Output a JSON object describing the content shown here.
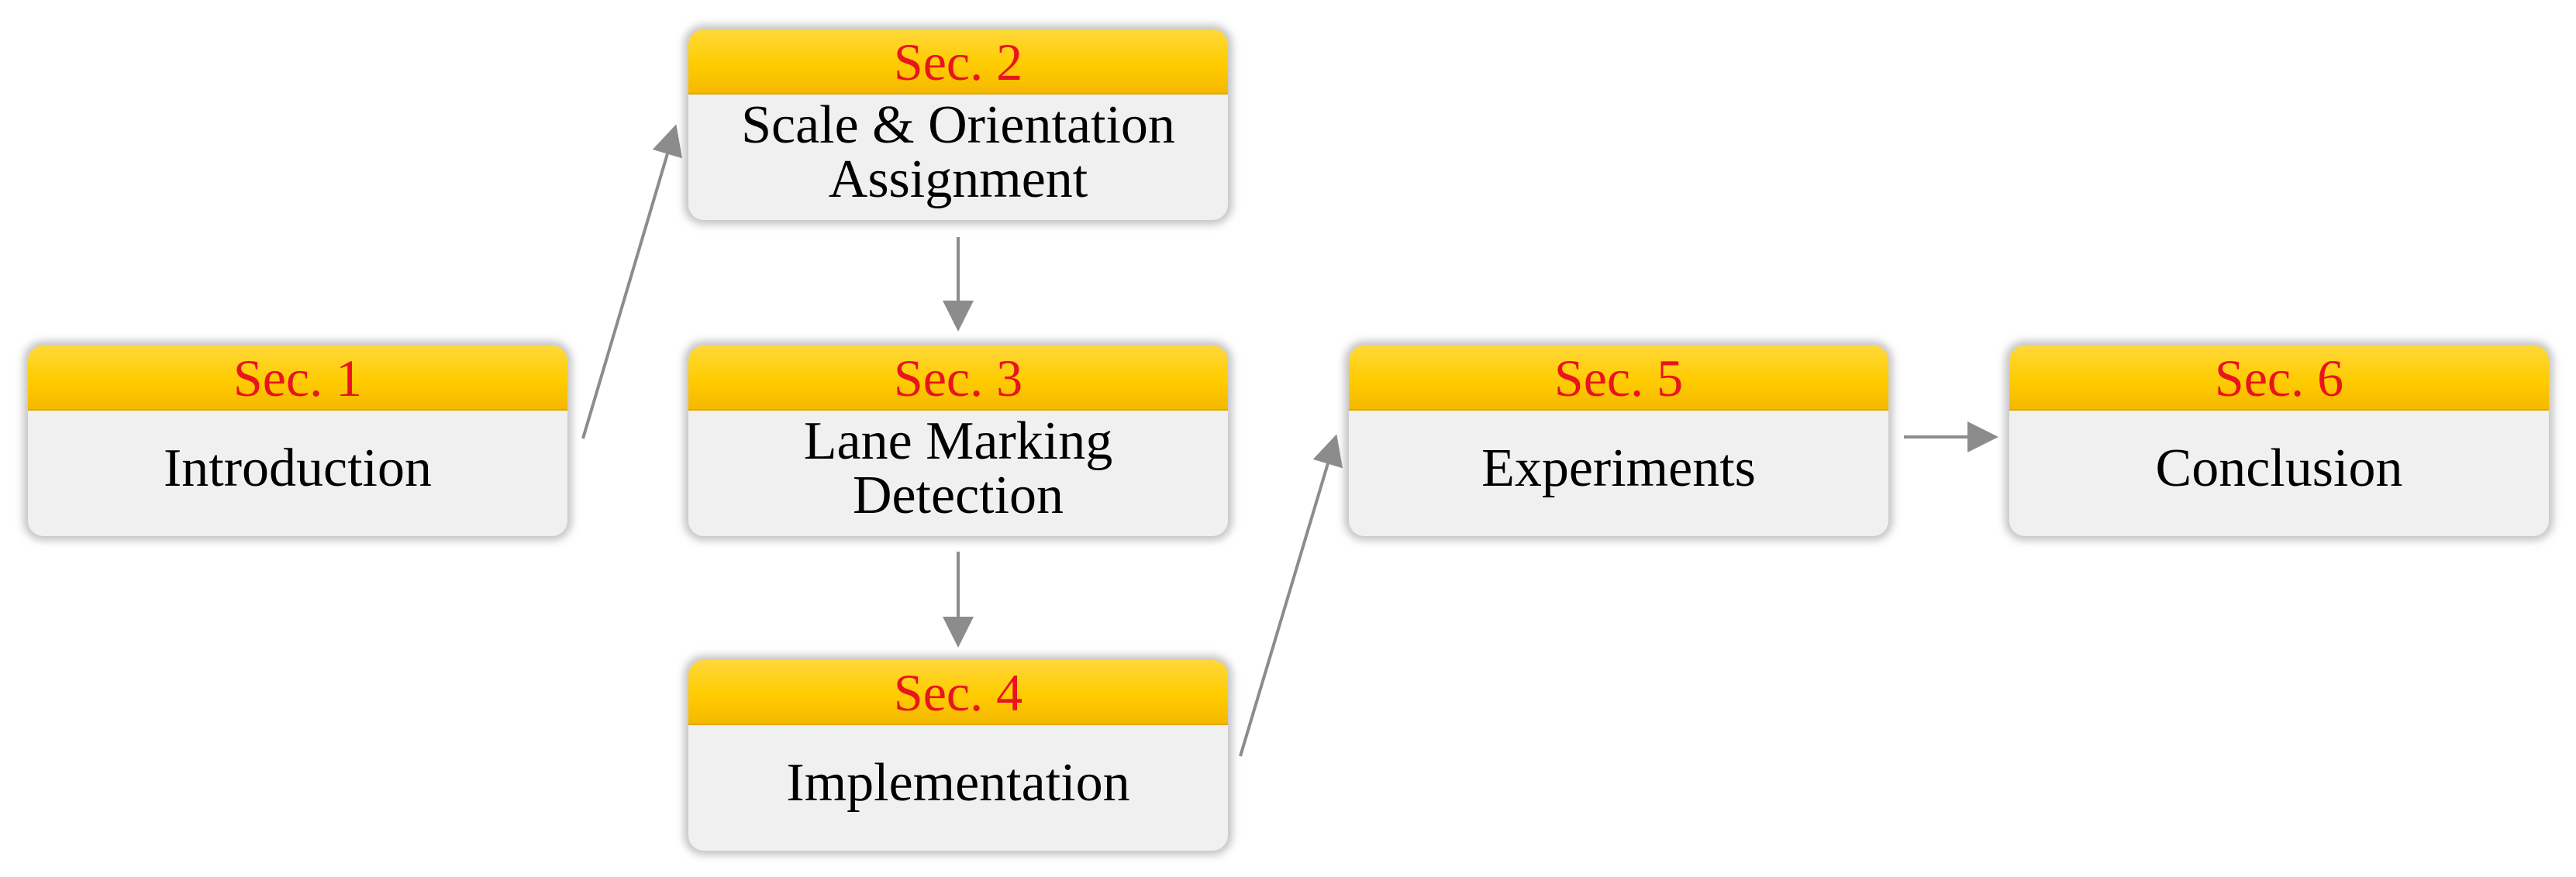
{
  "sections": [
    {
      "id": "sec1",
      "label": "Sec. 1",
      "title": "Introduction"
    },
    {
      "id": "sec2",
      "label": "Sec. 2",
      "title": "Scale & Orientation Assignment"
    },
    {
      "id": "sec3",
      "label": "Sec. 3",
      "title": "Lane Marking Detection"
    },
    {
      "id": "sec4",
      "label": "Sec. 4",
      "title": "Implementation"
    },
    {
      "id": "sec5",
      "label": "Sec. 5",
      "title": "Experiments"
    },
    {
      "id": "sec6",
      "label": "Sec. 6",
      "title": "Conclusion"
    }
  ],
  "connections": [
    {
      "from": "sec1",
      "to": "sec2"
    },
    {
      "from": "sec2",
      "to": "sec3"
    },
    {
      "from": "sec3",
      "to": "sec4"
    },
    {
      "from": "sec4",
      "to": "sec5"
    },
    {
      "from": "sec5",
      "to": "sec6"
    }
  ],
  "colors": {
    "header_yellow": "#ffcc00",
    "section_label_red": "#e8141e",
    "box_body_gray": "#f0f0f0",
    "arrow_gray": "#8c8c8c"
  }
}
